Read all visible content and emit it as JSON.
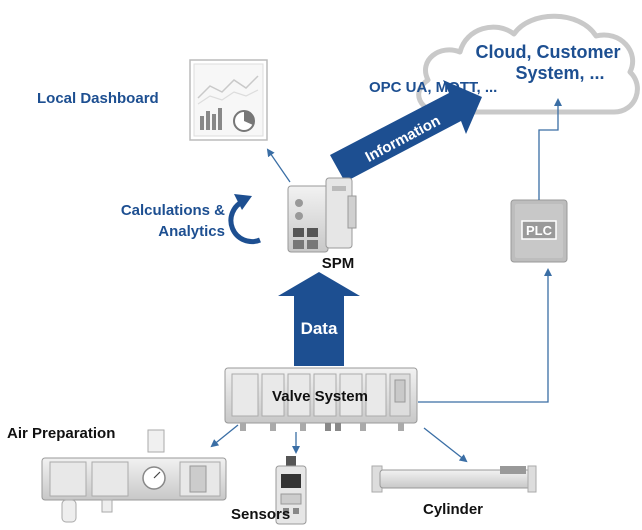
{
  "labels": {
    "cloud": [
      "Cloud, Customer",
      "System, ..."
    ],
    "protocols": "OPC UA, MQTT, ...",
    "local_dashboard": "Local Dashboard",
    "calc_analytics": [
      "Calculations &",
      "Analytics"
    ],
    "information": "Information",
    "spm": "SPM",
    "plc": "PLC",
    "data": "Data",
    "valve_system": "Valve System",
    "air_preparation": "Air Preparation",
    "sensors": "Sensors",
    "cylinder": "Cylinder"
  },
  "colors": {
    "primary_blue": "#1d4f91",
    "text_dark": "#111111",
    "device_gray": "#d8d8d8",
    "line_blue": "#3a6ea5"
  }
}
